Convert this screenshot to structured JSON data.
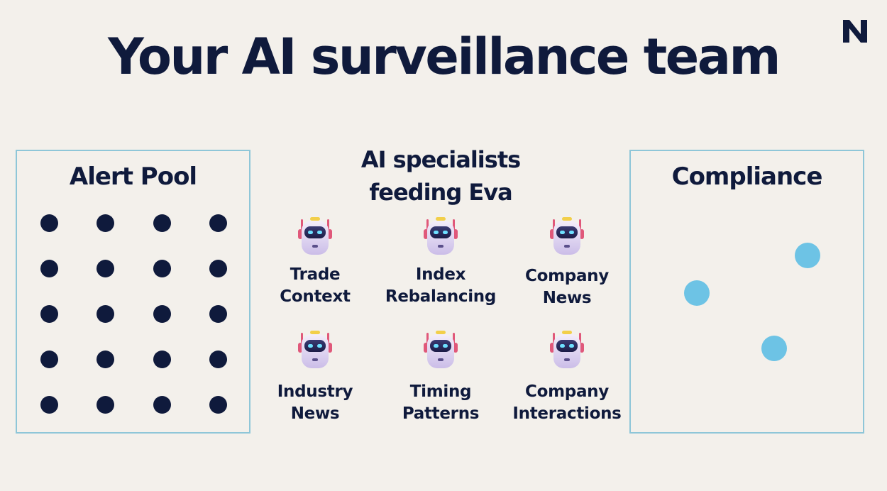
{
  "title": "Your AI surveillance team",
  "logo_text": "N",
  "alert_pool": {
    "title": "Alert Pool",
    "dots_rows": 5,
    "dots_cols": 4,
    "dot_color": "#0f1a3c"
  },
  "specialists": {
    "heading_line1": "AI specialists",
    "heading_line2": "feeding Eva",
    "agents": [
      {
        "line1": "Trade",
        "line2": "Context",
        "icon": "robot-icon"
      },
      {
        "line1": "Index",
        "line2": "Rebalancing",
        "icon": "robot-icon"
      },
      {
        "line1": "Company",
        "line2": "News",
        "icon": "robot-icon"
      },
      {
        "line1": "Industry",
        "line2": "News",
        "icon": "robot-icon"
      },
      {
        "line1": "Timing",
        "line2": "Patterns",
        "icon": "robot-icon"
      },
      {
        "line1": "Company",
        "line2": "Interactions",
        "icon": "robot-icon"
      }
    ]
  },
  "compliance": {
    "title": "Compliance",
    "dot_count": 3,
    "dot_color": "#6dc3e5"
  },
  "colors": {
    "background": "#f3f0eb",
    "text": "#0f1a3c",
    "panel_border": "#8ec6d8"
  }
}
